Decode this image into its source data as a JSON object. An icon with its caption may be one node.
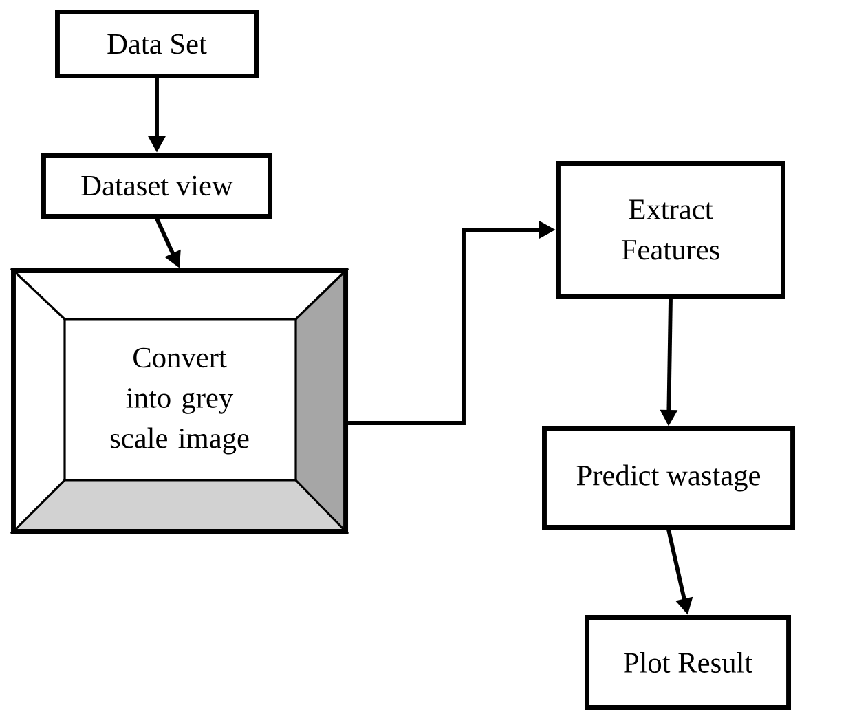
{
  "diagram": {
    "nodes": [
      {
        "text": [
          "Data Set"
        ]
      },
      {
        "text": [
          "Dataset view"
        ]
      },
      {
        "text": [
          "Convert into grey scale image"
        ]
      },
      {
        "text": [
          "Extract Features"
        ]
      },
      {
        "text": [
          "Predict wastage"
        ]
      },
      {
        "text": [
          "Plot Result"
        ]
      }
    ],
    "edges": [
      {
        "from": 0,
        "to": 1,
        "arrow": "to"
      },
      {
        "from": 1,
        "to": 2,
        "arrow": "to"
      },
      {
        "from": 2,
        "to": 3,
        "arrow": "to"
      },
      {
        "from": 3,
        "to": 4,
        "arrow": "to"
      },
      {
        "from": 4,
        "to": 5,
        "arrow": "to"
      }
    ]
  }
}
